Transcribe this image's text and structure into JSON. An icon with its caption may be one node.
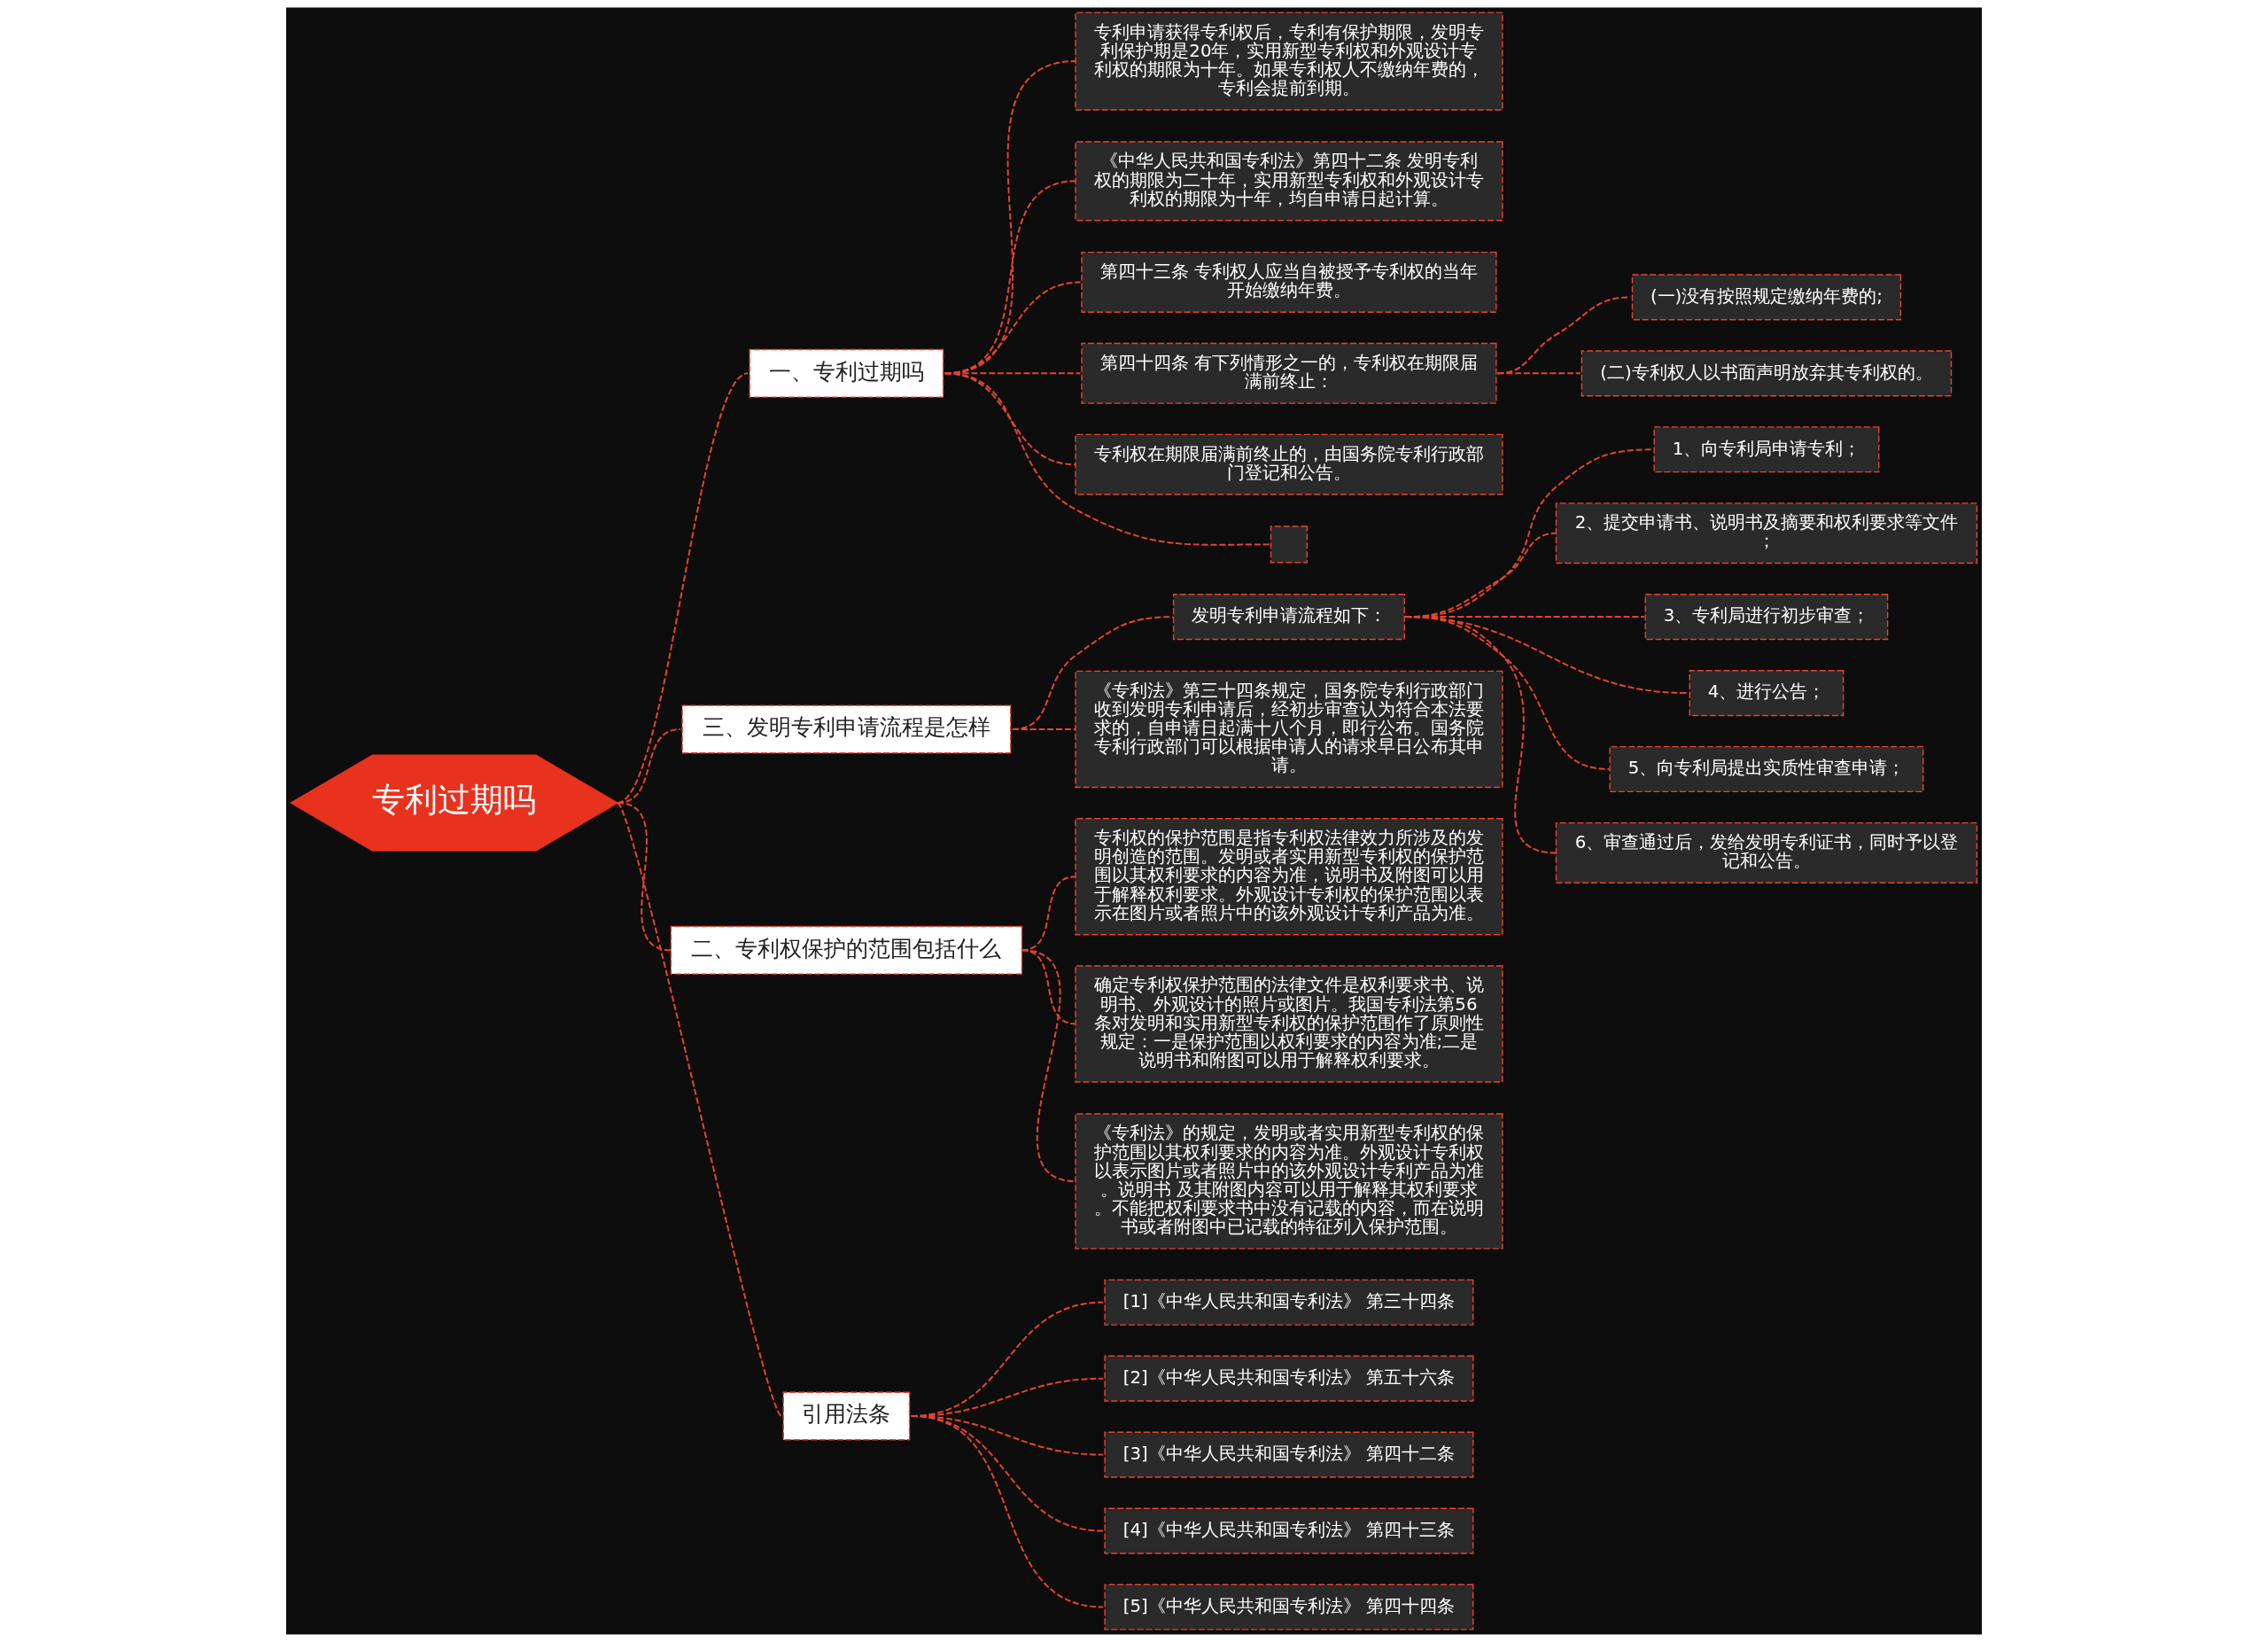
{
  "diagram": {
    "nodes": [
      {
        "text": [
          "专利过期吗"
        ]
      },
      {
        "text": [
          "一、专利过期吗"
        ]
      },
      {
        "text": [
          "专利申请获得专利权后，专利有保护期限，发明专利保护期是20年，实用新型专利权和外观设计专利权的期限为十年。如果专利权人不缴纳年费的，专利会提前到期。"
        ]
      },
      {
        "text": [
          "《中华人民共和国专利法》第四十二条 发明专利权的期限为二十年，实用新型专利权和外观设计专利权的期限为十年，均自申请日起计算。"
        ]
      },
      {
        "text": [
          "第四十三条 专利权人应当自被授予专利权的当年开始缴纳年费。"
        ]
      },
      {
        "text": [
          "第四十四条 有下列情形之一的，专利权在期限届满前终止："
        ]
      },
      {
        "text": [
          "(一)没有按照规定缴纳年费的;"
        ]
      },
      {
        "text": [
          "(二)专利权人以书面声明放弃其专利权的。"
        ]
      },
      {
        "text": [
          "专利权在期限届满前终止的，由国务院专利行政部门登记和公告。"
        ]
      },
      {
        "text": [],
        "shape": "box"
      },
      {
        "text": [
          "三、发明专利申请流程是怎样"
        ]
      },
      {
        "text": [
          "发明专利申请流程如下："
        ]
      },
      {
        "text": [
          "1、向专利局申请专利；"
        ]
      },
      {
        "text": [
          "2、提交申请书、说明书及摘要和权利要求等文件；"
        ]
      },
      {
        "text": [
          "3、专利局进行初步审查；"
        ]
      },
      {
        "text": [
          "4、进行公告；"
        ]
      },
      {
        "text": [
          "5、向专利局提出实质性审查申请；"
        ]
      },
      {
        "text": [
          "6、审查通过后，发给发明专利证书，同时予以登记和公告。"
        ]
      },
      {
        "text": [
          "《专利法》第三十四条规定，国务院专利行政部门收到发明专利申请后，经初步审查认为符合本法要求的，自申请日起满十八个月，即行公布。国务院专利行政部门可以根据申请人的请求早日公布其申请。"
        ]
      },
      {
        "text": [
          "二、专利权保护的范围包括什么"
        ]
      },
      {
        "text": [
          "专利权的保护范围是指专利权法律效力所涉及的发明创造的范围。发明或者实用新型专利权的保护范围以其权利要求的内容为准，说明书及附图可以用于解释权利要求。外观设计专利权的保护范围以表示在图片或者照片中的该外观设计专利产品为准。"
        ]
      },
      {
        "text": [
          "确定专利权保护范围的法律文件是权利要求书、说明书、外观设计的照片或图片。我国专利法第56条对发明和实用新型专利权的保护范围作了原则性规定：一是保护范围以权利要求的内容为准;二是说明书和附图可以用于解释权利要求。"
        ]
      },
      {
        "text": [
          "《专利法》的规定，发明或者实用新型专利权的保护范围以其权利要求的内容为准。外观设计专利权以表示图片或者照片中的该外观设计专利产品为准。说明书 及其附图内容可以用于解释其权利要求。不能把权利要求书中没有记载的内容，而在说明书或者附图中已记载的特征列入保护范围。"
        ]
      },
      {
        "text": [
          "引用法条"
        ]
      },
      {
        "text": [
          "[1]《中华人民共和国专利法》 第三十四条"
        ]
      },
      {
        "text": [
          "[2]《中华人民共和国专利法》 第五十六条"
        ]
      },
      {
        "text": [
          "[3]《中华人民共和国专利法》 第四十二条"
        ]
      },
      {
        "text": [
          "[4]《中华人民共和国专利法》 第四十三条"
        ]
      },
      {
        "text": [
          "[5]《中华人民共和国专利法》 第四十四条"
        ]
      }
    ],
    "edges": [
      {
        "from": 0,
        "to": 1,
        "arrow": "none",
        "style": "dashed"
      },
      {
        "from": 1,
        "to": 2,
        "arrow": "none",
        "style": "dashed"
      },
      {
        "from": 1,
        "to": 3,
        "arrow": "none",
        "style": "dashed"
      },
      {
        "from": 1,
        "to": 4,
        "arrow": "none",
        "style": "dashed"
      },
      {
        "from": 1,
        "to": 5,
        "arrow": "none",
        "style": "dashed"
      },
      {
        "from": 5,
        "to": 6,
        "arrow": "none",
        "style": "dashed"
      },
      {
        "from": 5,
        "to": 7,
        "arrow": "none",
        "style": "dashed"
      },
      {
        "from": 1,
        "to": 8,
        "arrow": "none",
        "style": "dashed"
      },
      {
        "from": 1,
        "to": 9,
        "arrow": "none",
        "style": "dashed"
      },
      {
        "from": 0,
        "to": 10,
        "arrow": "none",
        "style": "dashed"
      },
      {
        "from": 10,
        "to": 11,
        "arrow": "none",
        "style": "dashed"
      },
      {
        "from": 11,
        "to": 12,
        "arrow": "none",
        "style": "dashed"
      },
      {
        "from": 11,
        "to": 13,
        "arrow": "none",
        "style": "dashed"
      },
      {
        "from": 11,
        "to": 14,
        "arrow": "none",
        "style": "dashed"
      },
      {
        "from": 11,
        "to": 15,
        "arrow": "none",
        "style": "dashed"
      },
      {
        "from": 11,
        "to": 16,
        "arrow": "none",
        "style": "dashed"
      },
      {
        "from": 11,
        "to": 17,
        "arrow": "none",
        "style": "dashed"
      },
      {
        "from": 10,
        "to": 18,
        "arrow": "none",
        "style": "dashed"
      },
      {
        "from": 0,
        "to": 19,
        "arrow": "none",
        "style": "dashed"
      },
      {
        "from": 19,
        "to": 20,
        "arrow": "none",
        "style": "dashed"
      },
      {
        "from": 19,
        "to": 21,
        "arrow": "none",
        "style": "dashed"
      },
      {
        "from": 19,
        "to": 22,
        "arrow": "none",
        "style": "dashed"
      },
      {
        "from": 0,
        "to": 23,
        "arrow": "none",
        "style": "dashed"
      },
      {
        "from": 23,
        "to": 24,
        "arrow": "none",
        "style": "dashed"
      },
      {
        "from": 23,
        "to": 25,
        "arrow": "none",
        "style": "dashed"
      },
      {
        "from": 23,
        "to": 26,
        "arrow": "none",
        "style": "dashed"
      },
      {
        "from": 23,
        "to": 27,
        "arrow": "none",
        "style": "dashed"
      },
      {
        "from": 23,
        "to": 28,
        "arrow": "none",
        "style": "dashed"
      }
    ]
  }
}
